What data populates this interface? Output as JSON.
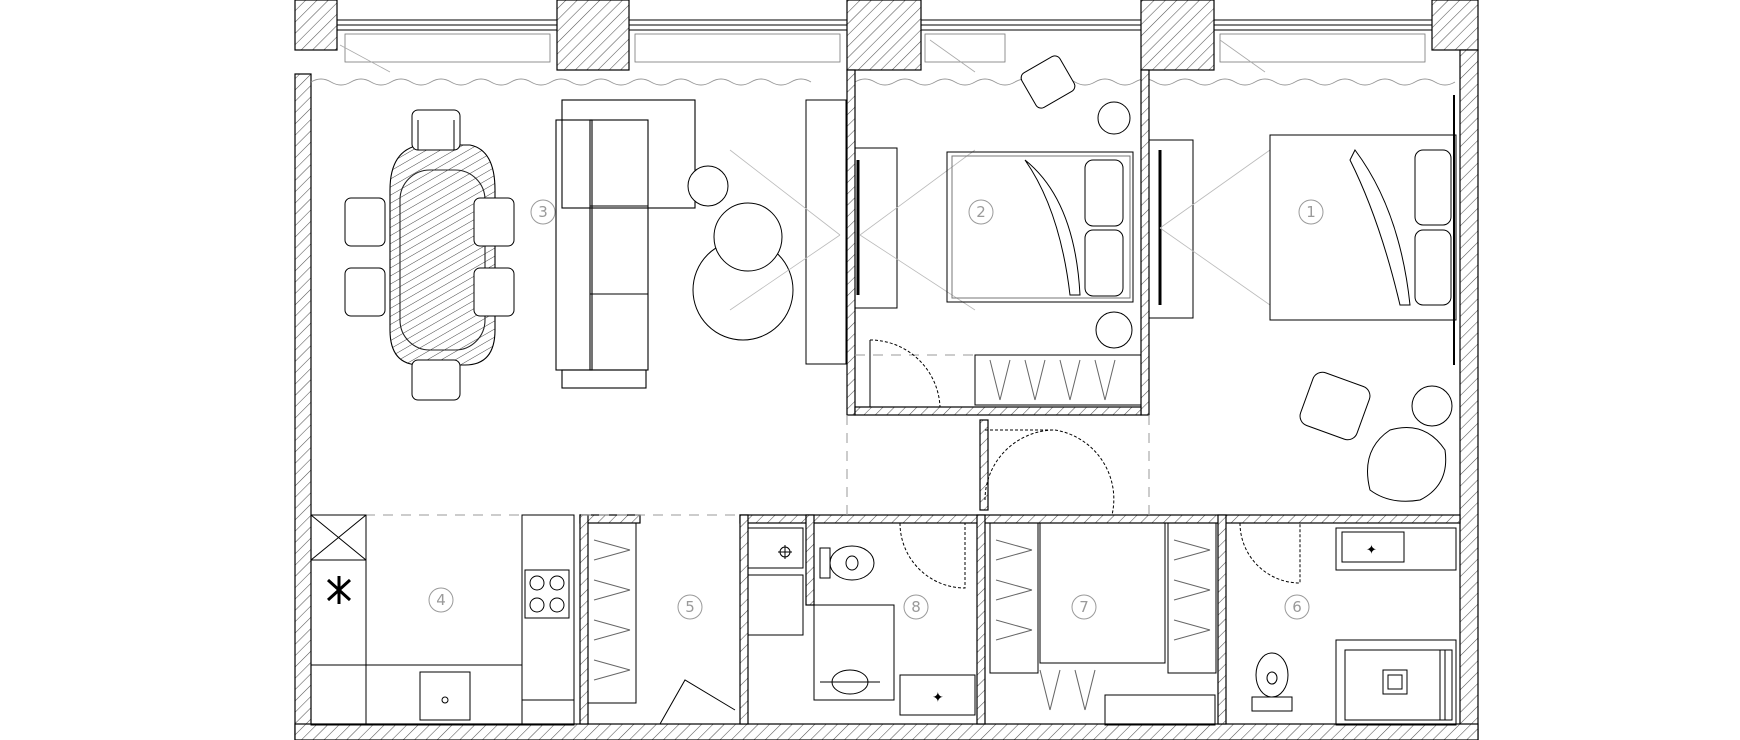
{
  "plan": {
    "colors": {
      "line": "#000000",
      "hatch": "#555555",
      "dashed": "#9a9a9a",
      "label": "#9a9a9a",
      "background": "#ffffff"
    },
    "rooms": [
      {
        "number": "1"
      },
      {
        "number": "2"
      },
      {
        "number": "3"
      },
      {
        "number": "4"
      },
      {
        "number": "5"
      },
      {
        "number": "6"
      },
      {
        "number": "7"
      },
      {
        "number": "8"
      }
    ],
    "icons": [
      "hob-icon",
      "sink-icon",
      "toilet-icon",
      "washbasin-icon",
      "floor-drain-icon",
      "fridge-icon",
      "bed-icon",
      "sofa-icon",
      "dining-table-icon",
      "armchair-icon",
      "wardrobe-icon",
      "door-swing-icon",
      "window-icon",
      "radiator-icon"
    ]
  }
}
